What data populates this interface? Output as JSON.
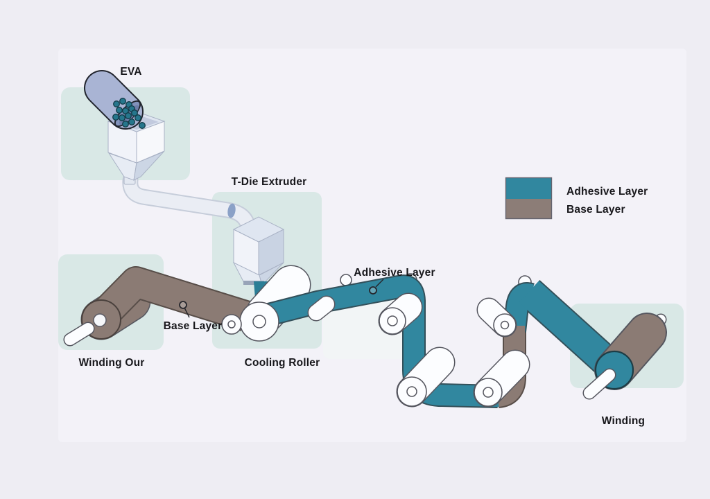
{
  "labels": {
    "eva": "EVA",
    "t_die_extruder": "T-Die Extruder",
    "adhesive_layer": "Adhesive Layer",
    "base_layer": "Base Layer",
    "cooling_roller": "Cooling Roller",
    "winding_out": "Winding Our",
    "winding": "Winding"
  },
  "legend": {
    "items": [
      {
        "label": "Adhesive Layer",
        "color": "#31879f"
      },
      {
        "label": "Base Layer",
        "color": "#8c7d77"
      }
    ]
  },
  "colors": {
    "adhesive": "#31879f",
    "adhesive_edge": "#33505a",
    "base": "#8b7b74",
    "base_edge": "#584e49",
    "pellet": "#26768c",
    "background": "#eeedf3",
    "panel": "#f3f2f8",
    "panel_mint": "#d9e8e6"
  }
}
